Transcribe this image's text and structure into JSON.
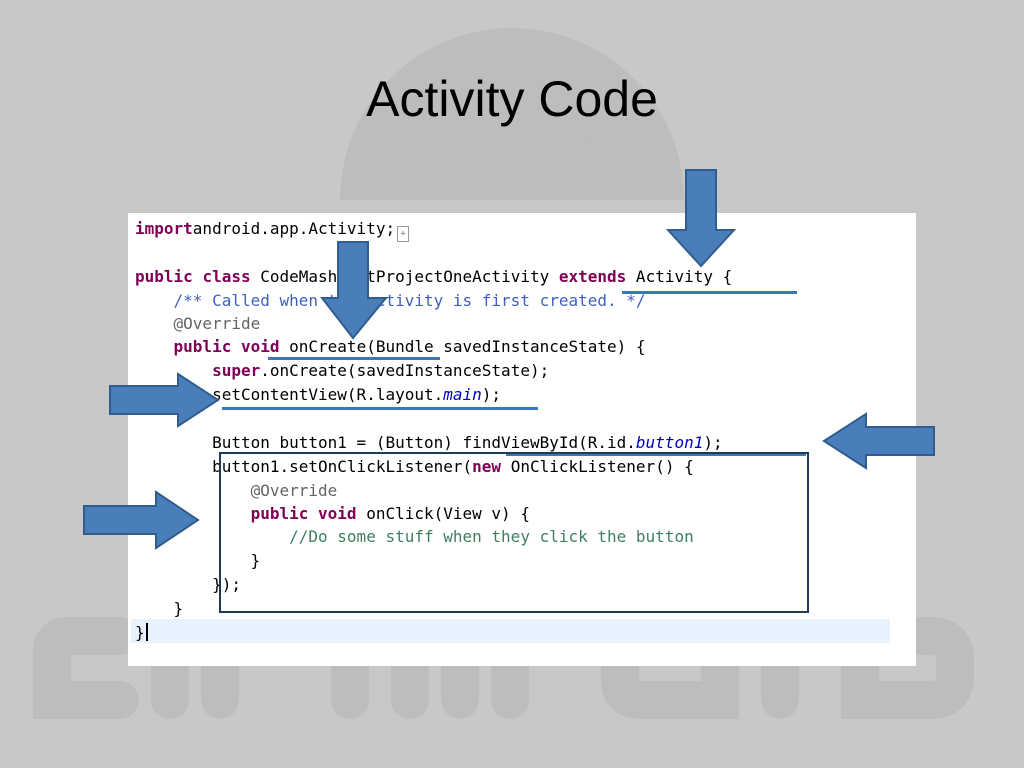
{
  "slide": {
    "title": "Activity Code"
  },
  "code": {
    "lines": [
      [
        [
          "kw",
          "import"
        ],
        [
          "",
          "android.app.Activity;"
        ]
      ],
      [],
      [
        [
          "kw",
          "public"
        ],
        [
          "",
          " "
        ],
        [
          "kw",
          "class"
        ],
        [
          "",
          " CodeMashTestProjectOneActivity "
        ],
        [
          "kw",
          "extends"
        ],
        [
          "",
          " Activity {"
        ]
      ],
      [
        [
          "",
          "    "
        ],
        [
          "cm",
          "/** Called when the activity is first created. */"
        ]
      ],
      [
        [
          "",
          "    "
        ],
        [
          "an",
          "@Override"
        ]
      ],
      [
        [
          "",
          "    "
        ],
        [
          "kw",
          "public"
        ],
        [
          "",
          " "
        ],
        [
          "kw",
          "void"
        ],
        [
          "",
          " onCreate(Bundle savedInstanceState) {"
        ]
      ],
      [
        [
          "",
          "        "
        ],
        [
          "kw",
          "super"
        ],
        [
          "",
          ".onCreate(savedInstanceState);"
        ]
      ],
      [
        [
          "",
          "        setContentView(R.layout."
        ],
        [
          "fld",
          "main"
        ],
        [
          "",
          ");"
        ]
      ],
      [],
      [
        [
          "",
          "        Button button1 = (Button) findViewById(R.id."
        ],
        [
          "fld",
          "button1"
        ],
        [
          "",
          ");"
        ]
      ],
      [
        [
          "",
          "        button1.setOnClickListener("
        ],
        [
          "kw",
          "new"
        ],
        [
          "",
          " OnClickListener() {"
        ]
      ],
      [
        [
          "",
          "            "
        ],
        [
          "an",
          "@Override"
        ]
      ],
      [
        [
          "",
          "            "
        ],
        [
          "kw",
          "public"
        ],
        [
          "",
          " "
        ],
        [
          "kw",
          "void"
        ],
        [
          "",
          " onClick(View v) {"
        ]
      ],
      [
        [
          "",
          "                "
        ],
        [
          "cm2",
          "//Do some stuff when they click the button"
        ]
      ],
      [
        [
          "",
          "            }"
        ]
      ],
      [
        [
          "",
          "        });"
        ]
      ],
      [
        [
          "",
          "    }"
        ]
      ],
      [
        [
          "",
          "}"
        ]
      ]
    ]
  },
  "colors": {
    "background": "#c8c8c8",
    "arrow_fill": "#4a7ebb",
    "arrow_stroke": "#2f5d8e",
    "underline": "#3b78b8",
    "box_border": "#1f3b5a",
    "keyword": "#7f0055",
    "javadoc": "#3f5fbf",
    "comment": "#3f7f5f",
    "annotation": "#646464",
    "field": "#0000c0"
  },
  "icons": {
    "background": "android-logo-watermark",
    "arrows": [
      "arrow-down-icon",
      "arrow-down-icon",
      "arrow-right-icon",
      "arrow-right-icon",
      "arrow-left-icon"
    ],
    "fold_marker": "code-fold-icon"
  }
}
